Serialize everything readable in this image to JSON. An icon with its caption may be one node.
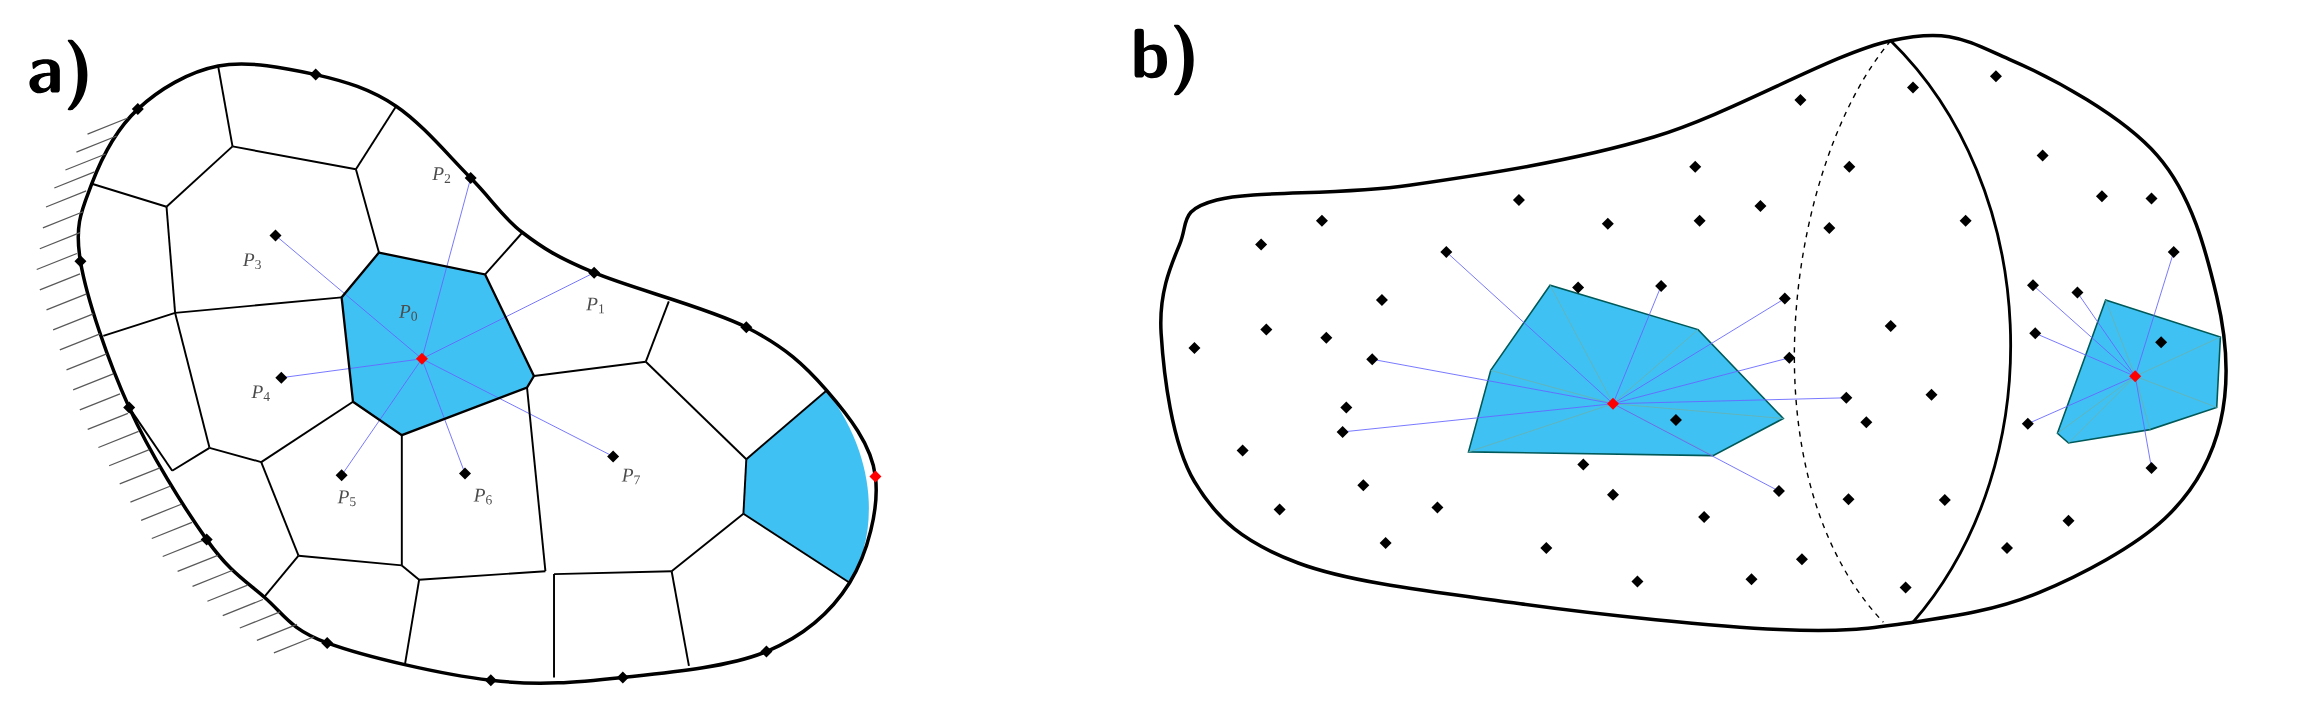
{
  "diagram": {
    "labels": [
      "a)",
      "b)",
      "*P*$_{2}$",
      "*P*$_{3}$",
      "*P*$_{0}$",
      "*P*$_{1}$",
      "*P*$_{4}$",
      "*P*$_{5}$",
      "*P*$_{6}$",
      "*P*$_{7}$"
    ]
  }
}
